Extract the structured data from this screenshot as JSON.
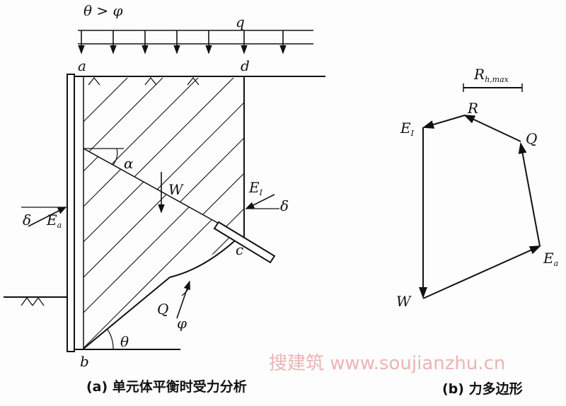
{
  "diagram_a": {
    "condition": "θ > φ",
    "load_label": "q",
    "point_a": "a",
    "point_d": "d",
    "point_b": "b",
    "point_c": "c",
    "angle_alpha": "α",
    "weight": "W",
    "force_EI": "E",
    "force_EI_sub": "I",
    "delta_right": "δ",
    "delta_left": "δ",
    "force_Ea": "E",
    "force_Ea_sub": "a",
    "force_Q": "Q",
    "angle_phi": "φ",
    "angle_theta": "θ",
    "caption": "(a) 单元体平衡时受力分析"
  },
  "diagram_b": {
    "rh_label": "R",
    "rh_sub": "h,max",
    "R": "R",
    "EI": "E",
    "EI_sub": "I",
    "Q": "Q",
    "Ea": "E",
    "Ea_sub": "a",
    "W": "W",
    "caption": "(b) 力多边形"
  },
  "watermark": "搜建筑 www.soujianzhu.cn"
}
